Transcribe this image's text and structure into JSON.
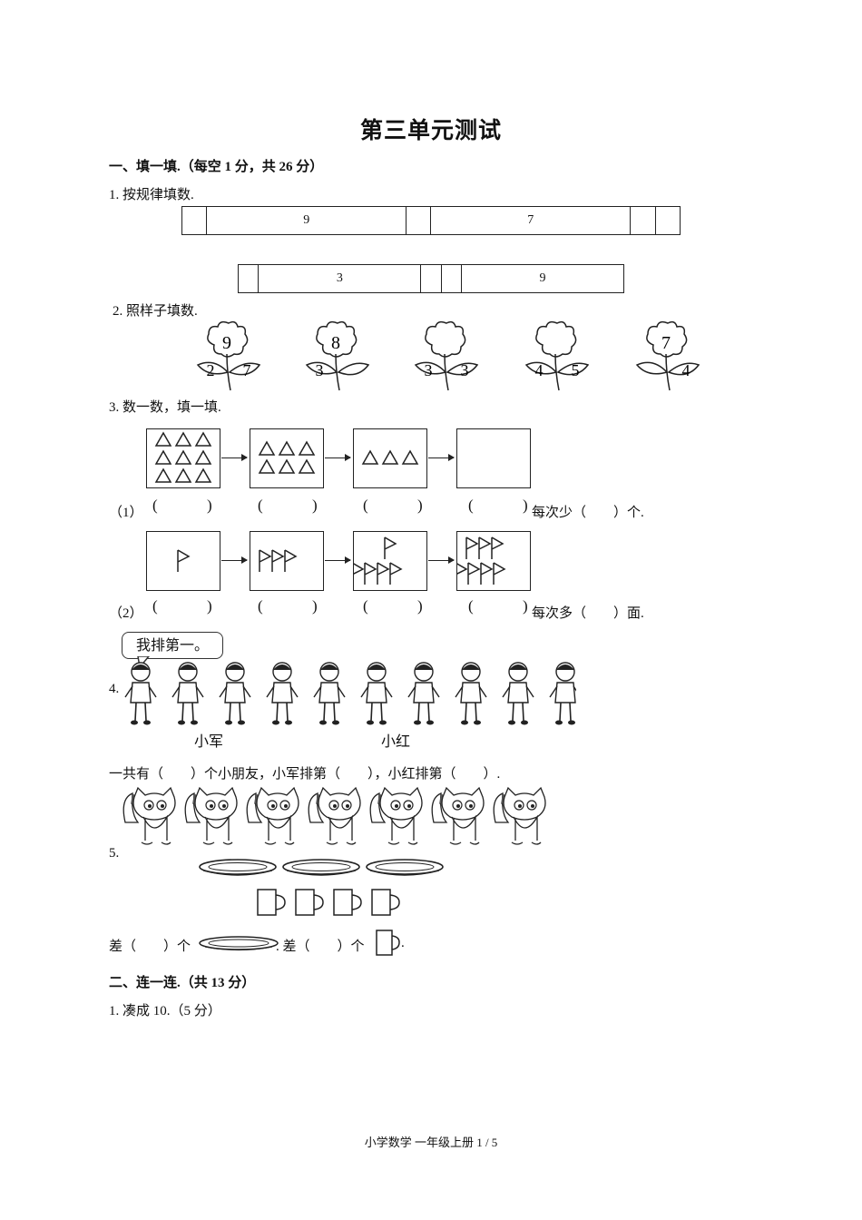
{
  "title": "第三单元测试",
  "section1": {
    "heading": "一、填一填.（每空 1 分，共 26 分）",
    "q1": {
      "label": "1. 按规律填数.",
      "row1": [
        "",
        "9",
        "",
        "7",
        "",
        ""
      ],
      "row2": [
        "",
        "3",
        "",
        "",
        "9"
      ]
    },
    "q2": {
      "label": "2. 照样子填数.",
      "flowers": [
        {
          "top": "9",
          "left": "2",
          "right": "7"
        },
        {
          "top": "8",
          "left": "3",
          "right": ""
        },
        {
          "top": "",
          "left": "3",
          "right": "3"
        },
        {
          "top": "",
          "left": "4",
          "right": "5"
        },
        {
          "top": "7",
          "left": "",
          "right": "4"
        }
      ]
    },
    "q3": {
      "label": "3. 数一数，填一填.",
      "part1_label": "（1）",
      "part1_suffix": "每次少（　　）个.",
      "part1_triangles": [
        9,
        6,
        3,
        0
      ],
      "part2_label": "（2）",
      "part2_suffix": "每次多（　　）面.",
      "part2_flags": [
        1,
        3,
        5,
        7
      ],
      "paren_open": "(",
      "paren_close": ")"
    },
    "q4": {
      "label": "4.",
      "speech": "我排第一。",
      "name_xiaojun": "小军",
      "name_xiaohong": "小红",
      "children_count": 10,
      "sentence": "一共有（　　）个小朋友，小军排第（　　），小红排第（　　）."
    },
    "q5": {
      "label": "5.",
      "fox_count": 7,
      "plate_count": 3,
      "cup_count": 4,
      "sentence_a": "差（　　）个",
      "sentence_b": ". 差（　　）个",
      "sentence_c": "."
    }
  },
  "section2": {
    "heading": "二、连一连.（共 13 分）",
    "q1_label": "1. 凑成 10.（5 分）"
  },
  "footer": "小学数学  一年级上册 1 / 5"
}
